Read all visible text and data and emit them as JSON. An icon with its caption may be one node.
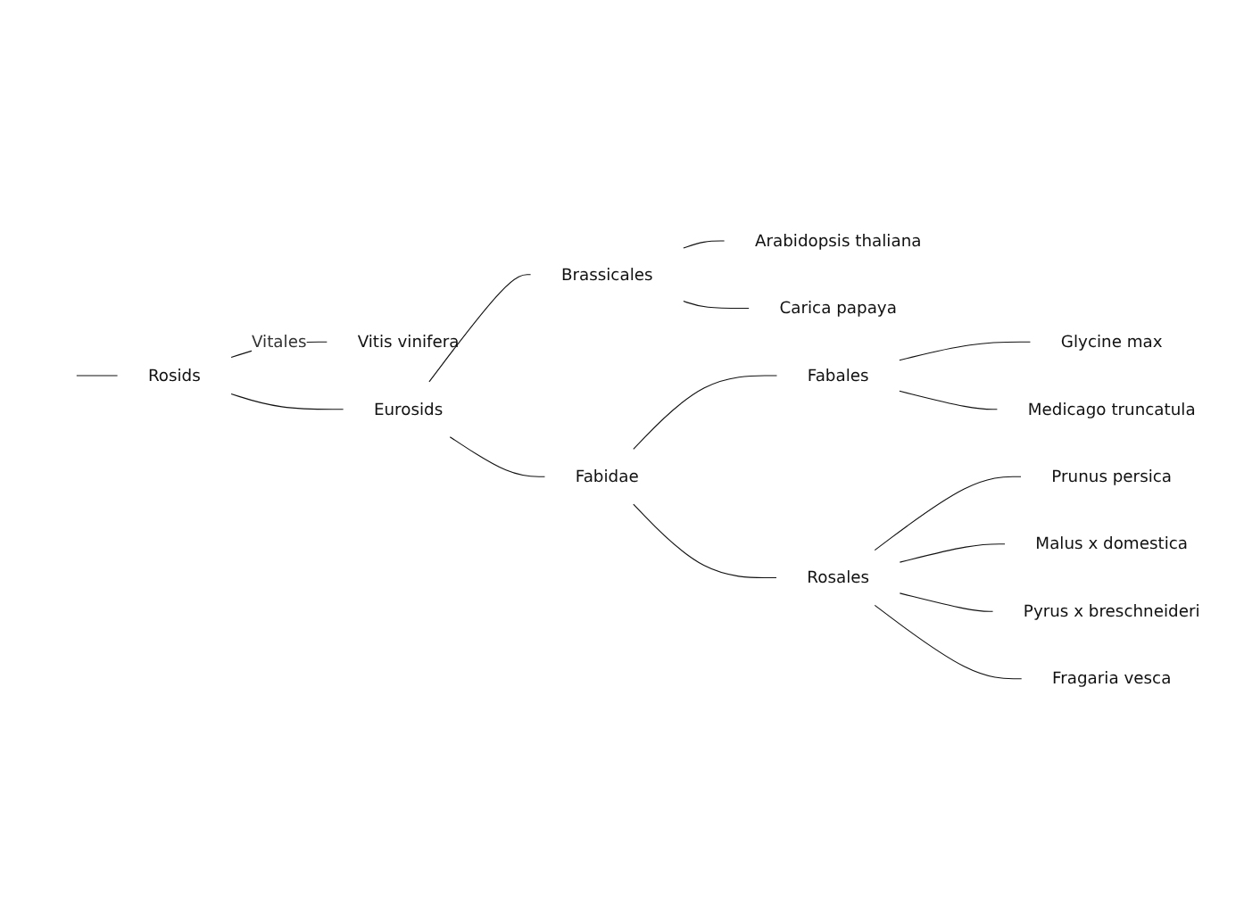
{
  "diagram": {
    "nodes": [
      {
        "text": [
          "Rosids"
        ]
      },
      {
        "text": [
          "Vitis vinifera"
        ]
      },
      {
        "text": [
          "Eurosids"
        ]
      },
      {
        "text": [
          "Brassicales"
        ]
      },
      {
        "text": [
          "Arabidopsis thaliana"
        ]
      },
      {
        "text": [
          "Carica papaya"
        ]
      },
      {
        "text": [
          "Fabidae"
        ]
      },
      {
        "text": [
          "Fabales"
        ]
      },
      {
        "text": [
          "Glycine max"
        ]
      },
      {
        "text": [
          "Medicago truncatula"
        ]
      },
      {
        "text": [
          "Rosales"
        ]
      },
      {
        "text": [
          "Prunus persica"
        ]
      },
      {
        "text": [
          "Malus x domestica"
        ]
      },
      {
        "text": [
          "Pyrus x breschneideri"
        ]
      },
      {
        "text": [
          "Fragaria vesca"
        ]
      }
    ],
    "edges": [
      {
        "from": null,
        "to": 0,
        "arrow": "none"
      },
      {
        "from": 0,
        "to": 1,
        "label": "Vitales",
        "arrow": "none"
      },
      {
        "from": 0,
        "to": 2,
        "arrow": "none"
      },
      {
        "from": 2,
        "to": 3,
        "arrow": "none"
      },
      {
        "from": 3,
        "to": 4,
        "arrow": "none"
      },
      {
        "from": 3,
        "to": 5,
        "arrow": "none"
      },
      {
        "from": 2,
        "to": 6,
        "arrow": "none"
      },
      {
        "from": 6,
        "to": 7,
        "arrow": "none"
      },
      {
        "from": 7,
        "to": 8,
        "arrow": "none"
      },
      {
        "from": 7,
        "to": 9,
        "arrow": "none"
      },
      {
        "from": 6,
        "to": 10,
        "arrow": "none"
      },
      {
        "from": 10,
        "to": 11,
        "arrow": "none"
      },
      {
        "from": 10,
        "to": 12,
        "arrow": "none"
      },
      {
        "from": 10,
        "to": 13,
        "arrow": "none"
      },
      {
        "from": 10,
        "to": 14,
        "arrow": "none"
      }
    ]
  }
}
